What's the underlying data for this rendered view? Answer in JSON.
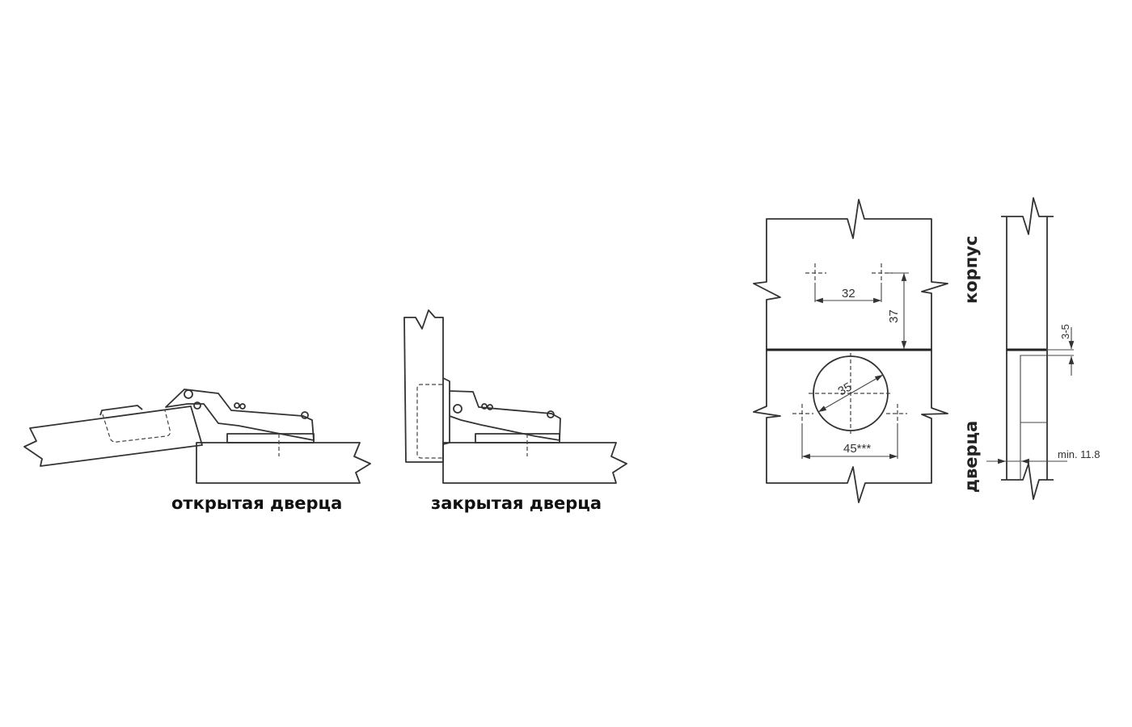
{
  "captions": {
    "open_door": "открытая дверца",
    "closed_door": "закрытая дверца"
  },
  "drilling_plan": {
    "label_cabinet": "корпус",
    "label_door": "дверца",
    "dim_screw_spacing": "32",
    "dim_screw_offset": "37",
    "dim_cup_diameter": "35",
    "dim_door_hole_spacing": "45***"
  },
  "side_view": {
    "dim_gap": "3-5",
    "dim_min_thickness": "min. 11.8"
  },
  "colors": {
    "line": "#333333",
    "background": "#ffffff"
  }
}
